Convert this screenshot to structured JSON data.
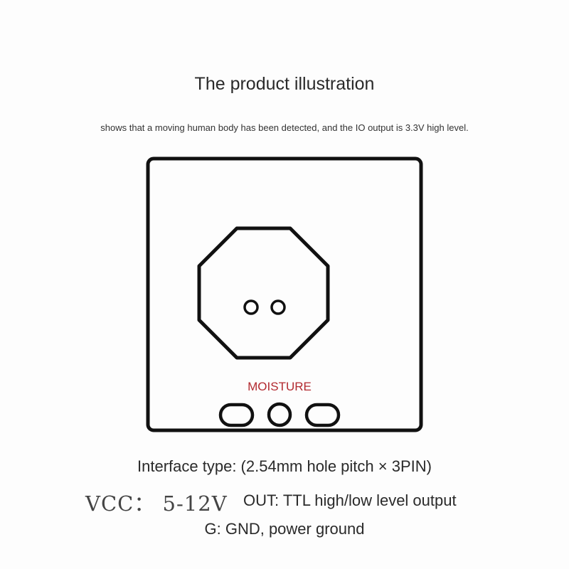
{
  "title": "The product illustration",
  "subtitle": "shows that a moving human body has been detected, and the IO output is 3.3V high level.",
  "board": {
    "label": "MOISTURE",
    "label_color": "#b22a30"
  },
  "interface_type": "Interface type: (2.54mm hole pitch × 3PIN)",
  "vcc": "VCC： 5-12V",
  "out": "OUT: TTL high/low level output",
  "gnd": "G: GND, power ground"
}
